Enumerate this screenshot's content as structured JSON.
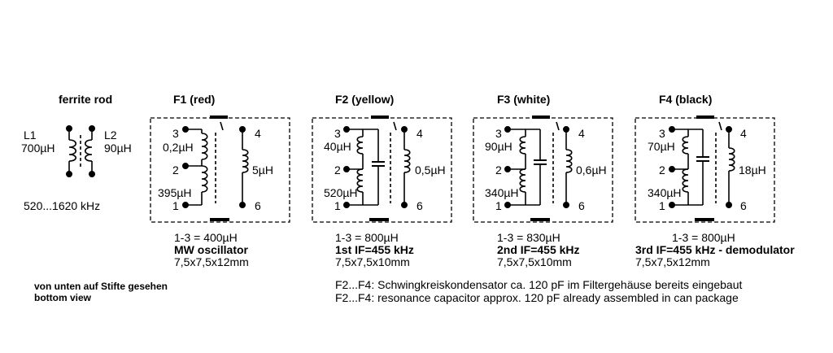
{
  "ferrite": {
    "title": "ferrite rod",
    "l1_label": "L1",
    "l1_value": "700µH",
    "l2_label": "L2",
    "l2_value": "90µH",
    "range": "520...1620 kHz"
  },
  "filters": [
    {
      "title": "F1 (red)",
      "pin3": "3",
      "pin2": "2",
      "pin1": "1",
      "pin4": "4",
      "pin6": "6",
      "upper": "0,2µH",
      "lower": "395µH",
      "secondary": "5µH",
      "spec1": "1-3 = 400µH",
      "spec2": "MW oscillator",
      "spec3": "7,5x7,5x12mm"
    },
    {
      "title": "F2 (yellow)",
      "pin3": "3",
      "pin2": "2",
      "pin1": "1",
      "pin4": "4",
      "pin6": "6",
      "upper": "40µH",
      "lower": "520µH",
      "secondary": "0,5µH",
      "spec1": "1-3 = 800µH",
      "spec2": "1st IF=455 kHz",
      "spec3": "7,5x7,5x10mm"
    },
    {
      "title": "F3 (white)",
      "pin3": "3",
      "pin2": "2",
      "pin1": "1",
      "pin4": "4",
      "pin6": "6",
      "upper": "90µH",
      "lower": "340µH",
      "secondary": "0,6µH",
      "spec1": "1-3 = 830µH",
      "spec2": "2nd IF=455 kHz",
      "spec3": "7,5x7,5x10mm"
    },
    {
      "title": "F4 (black)",
      "pin3": "3",
      "pin2": "2",
      "pin1": "1",
      "pin4": "4",
      "pin6": "6",
      "upper": "70µH",
      "lower": "340µH",
      "secondary": "18µH",
      "spec1": "1-3 = 800µH",
      "spec2": "3rd IF=455 kHz - demodulator",
      "spec3": "7,5x7,5x12mm"
    }
  ],
  "notes": {
    "view_de": "von unten auf Stifte gesehen",
    "view_en": "bottom view",
    "cap_de": "F2...F4: Schwingkreiskondensator ca. 120 pF im Filtergehäuse bereits eingebaut",
    "cap_en": "F2...F4: resonance capacitor approx.  120 pF already assembled in can package"
  }
}
